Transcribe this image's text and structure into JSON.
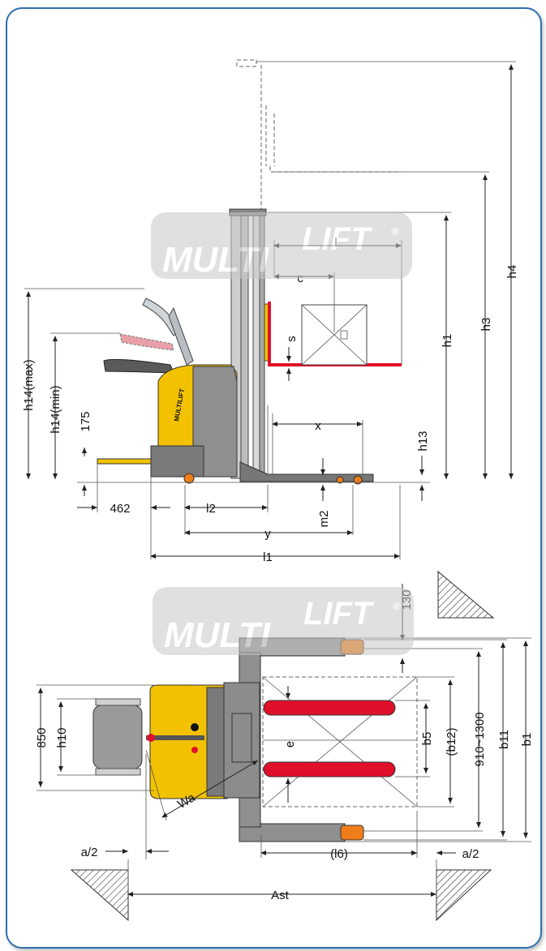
{
  "brand": {
    "logo_text": "MULTILIFT",
    "logo_word1": "MULTI",
    "logo_word2": "LIFT",
    "logo_reg": "®"
  },
  "colors": {
    "frame": "#2f6fae",
    "truck_body": "#f2c200",
    "forks": "#e0102a",
    "mast": "#555555",
    "watermark": "#c8c8c8"
  },
  "side_view": {
    "labels": {
      "h14max": "h14(max)",
      "h14min": "h14(min)",
      "d175": "175",
      "d462": "462",
      "l2": "l2",
      "y": "y",
      "l1": "l1",
      "m2": "m2",
      "x": "x",
      "h13": "h13",
      "h1": "h1",
      "h3": "h3",
      "h4": "h4",
      "l": "l",
      "c": "c",
      "s": "s"
    }
  },
  "top_view": {
    "labels": {
      "d130": "130",
      "d850": "850",
      "h10": "h10",
      "e": "e",
      "b5": "b5",
      "b12": "(b12)",
      "range": "910~1300",
      "b11": "b11",
      "b1": "b1",
      "Wa": "Wa",
      "a2_left": "a/2",
      "a2_right": "a/2",
      "l6": "(l6)",
      "Ast": "Ast"
    }
  }
}
